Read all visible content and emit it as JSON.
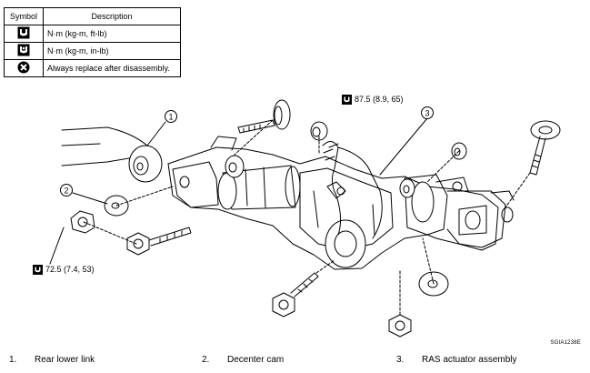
{
  "legend": {
    "header_symbol": "Symbol",
    "header_description": "Description",
    "rows": [
      {
        "icon": "torque-wrench-icon",
        "description": "N·m (kg-m, ft-lb)"
      },
      {
        "icon": "torque-wrench-inlb-icon",
        "description": "N·m (kg-m, in-lb)"
      },
      {
        "icon": "replace-x-icon",
        "description": "Always replace after disassembly."
      }
    ]
  },
  "callouts": {
    "c1": "1",
    "c2": "2",
    "c3": "3",
    "torque_upper": "87.5 (8.9, 65)",
    "torque_lower": "72.5 (7.4, 53)"
  },
  "figure_code": "SGIA1238E",
  "captions": [
    {
      "num": "1.",
      "label": "Rear lower link"
    },
    {
      "num": "2.",
      "label": "Decenter cam"
    },
    {
      "num": "3.",
      "label": "RAS actuator assembly"
    }
  ]
}
